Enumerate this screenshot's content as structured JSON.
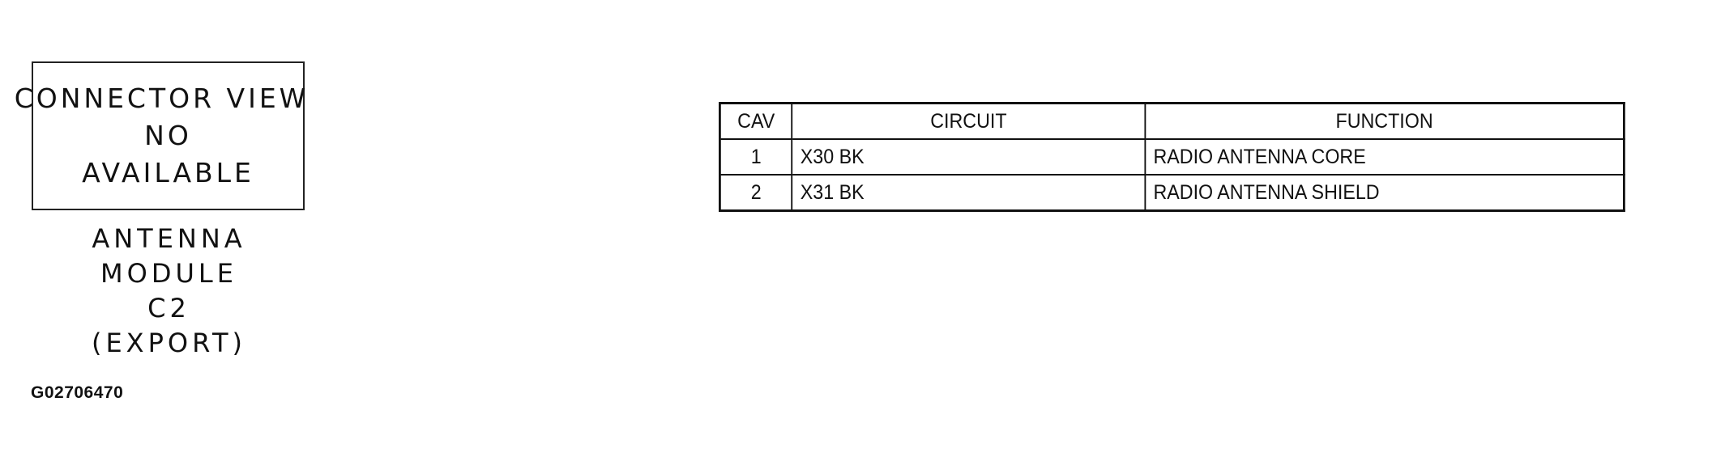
{
  "connector_note": {
    "lines": [
      "CONNECTOR VIEW",
      "NO",
      "AVAILABLE"
    ]
  },
  "module": {
    "lines": [
      "ANTENNA",
      "MODULE",
      "C2",
      "(EXPORT)"
    ]
  },
  "figure_id": "G02706470",
  "pinout_table": {
    "headers": [
      "CAV",
      "CIRCUIT",
      "FUNCTION"
    ],
    "rows": [
      {
        "cav": "1",
        "circuit": "X30 BK",
        "function": "RADIO ANTENNA CORE"
      },
      {
        "cav": "2",
        "circuit": "X31 BK",
        "function": "RADIO ANTENNA SHIELD"
      }
    ]
  }
}
